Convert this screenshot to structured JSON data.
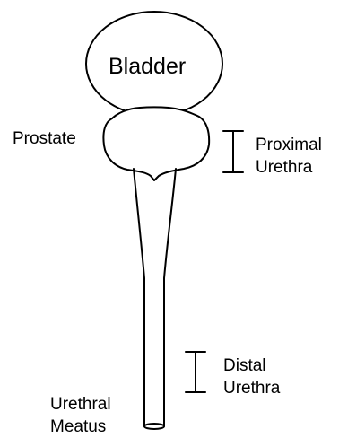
{
  "labels": {
    "bladder": "Bladder",
    "prostate": "Prostate",
    "proximal_urethra": [
      "Proximal",
      "Urethra"
    ],
    "distal_urethra": [
      "Distal",
      "Urethra"
    ],
    "urethral_meatus": [
      "Urethral",
      "Meatus"
    ]
  },
  "colors": {
    "stroke": "#000000",
    "background": "#ffffff"
  }
}
